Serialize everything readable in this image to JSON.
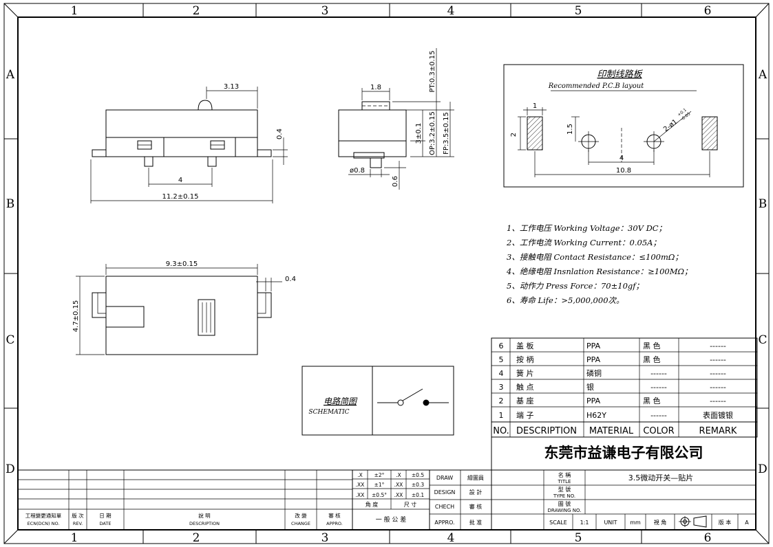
{
  "frame": {
    "col_labels": [
      "1",
      "2",
      "3",
      "4",
      "5",
      "6"
    ],
    "row_labels": [
      "A",
      "B",
      "C",
      "D"
    ]
  },
  "views": {
    "front_top": {
      "dim_width": "3.13",
      "dim_height": "0.4",
      "dim_pitch": "4",
      "dim_total": "11.2±0.15"
    },
    "side": {
      "dim_top": "1.8",
      "dim_pt": "PT:0.3±0.15",
      "dim_op": "OP:3.2±0.15",
      "dim_fp": "FP:3.5±0.15",
      "dim_3": "3±0.1",
      "dim_pin": "ø0.8",
      "dim_pin_h": "0.6"
    },
    "bottom": {
      "dim_width": "9.3±0.15",
      "dim_height": "4.7±0.15",
      "dim_tab": "0.4"
    }
  },
  "pcb": {
    "title_cn": "印制线路板",
    "title_en": "Recommended P.C.B layout",
    "dim_pad_w": "1",
    "dim_pad_h": "2",
    "dim_hole_y": "1.5",
    "dim_hole_pitch": "4",
    "dim_span": "10.8",
    "dim_hole": "2-ø1",
    "dim_hole_tol_plus": "+0.1",
    "dim_hole_tol_minus": "-0.05"
  },
  "specs": [
    "1、工作电压 Working Voltage：30V DC；",
    "2、工作电流 Working Current：0.05A；",
    "3、接触电阻 Contact Resistance：≤100mΩ；",
    "4、绝缘电阻 Insnlation Resistance：≥100MΩ；",
    "5、动作力 Press Force：70±10gf；",
    "6、寿命 Life：>5,000,000次。"
  ],
  "schematic": {
    "title_cn": "电路简图",
    "title_en": "SCHEMATIC"
  },
  "bom": {
    "rows": [
      {
        "no": "6",
        "desc": "盖 板",
        "material": "PPA",
        "color": "黑 色",
        "remark": "------"
      },
      {
        "no": "5",
        "desc": "按 柄",
        "material": "PPA",
        "color": "黑 色",
        "remark": "------"
      },
      {
        "no": "4",
        "desc": "簧 片",
        "material": "磷铜",
        "color": "------",
        "remark": "------"
      },
      {
        "no": "3",
        "desc": "触 点",
        "material": "银",
        "color": "------",
        "remark": "------"
      },
      {
        "no": "2",
        "desc": "基 座",
        "material": "PPA",
        "color": "黑 色",
        "remark": "------"
      },
      {
        "no": "1",
        "desc": "端 子",
        "material": "H62Y",
        "color": "------",
        "remark": "表面镀银"
      }
    ],
    "headers": {
      "no": "NO.",
      "desc": "DESCRIPTION",
      "material": "MATERIAL",
      "color": "COLOR",
      "remark": "REMARK"
    }
  },
  "company": "东莞市益谦电子有限公司",
  "title_block": {
    "title_label": "名 稱",
    "title_label_en": "TITLE",
    "title_value": "3.5微动开关—贴片",
    "type_label": "型 號",
    "type_label_en": "TYPE NO.",
    "drawing_label": "圖 號",
    "drawing_label_en": "DRAWING NO.",
    "scale_label": "SCALE",
    "scale_value": "1:1",
    "unit_label": "UNIT",
    "unit_value": "mm",
    "view_label": "視 角",
    "version_label": "版 本",
    "version_value": "A",
    "draw_label": "DRAW",
    "draw_cn": "繪圖員",
    "design_label": "DESIGN",
    "design_cn": "設 計",
    "check_label": "CHECH",
    "check_cn": "審 核",
    "appro_label": "APPRO.",
    "appro_cn": "批 准"
  },
  "tolerance": {
    "rows": [
      [
        ".X",
        "±2°",
        ".X",
        "±0.5"
      ],
      [
        ".XX",
        "±1°",
        ".XX",
        "±0.3"
      ],
      [
        ".XX",
        "±0.5°",
        ".XX",
        "±0.1"
      ]
    ],
    "angle_label": "角 度",
    "size_label": "尺 寸",
    "general_label": "一 般 公 差"
  },
  "revision": {
    "ecn_cn": "工程變更通知單",
    "ecn_en": "ECN(DCN) NO.",
    "rev_cn": "版 次",
    "rev_en": "REV.",
    "date_cn": "日 期",
    "date_en": "DATE",
    "desc_cn": "說 明",
    "desc_en": "DESCRIPTION",
    "change_cn": "改 變",
    "change_en": "CHANGE",
    "appro_cn": "審 核",
    "appro_en": "APPRO."
  }
}
